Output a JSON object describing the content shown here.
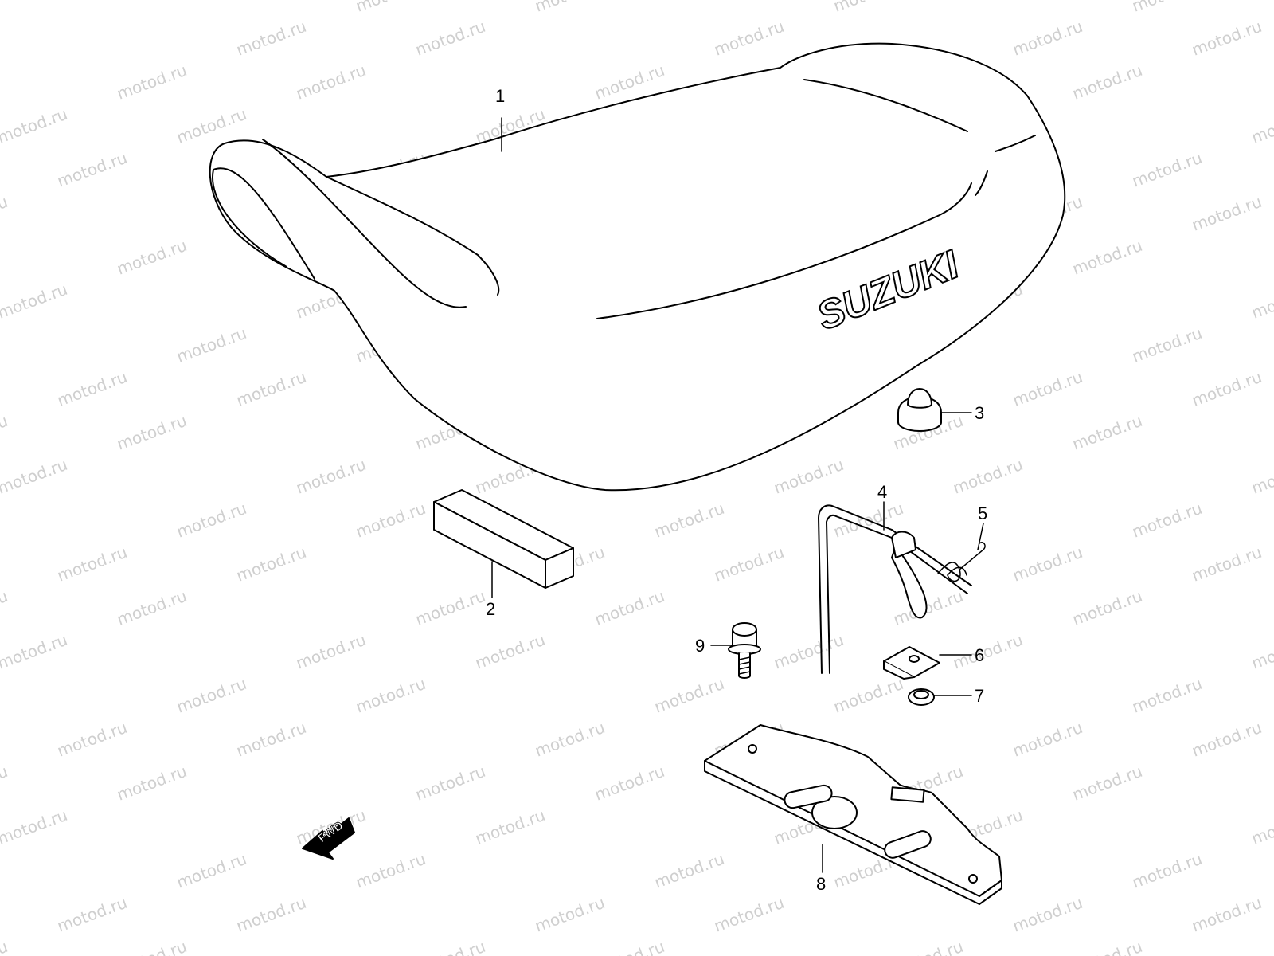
{
  "watermark": "motod.ru",
  "logo_text": "SUZUKI",
  "direction_arrow": "FWD",
  "callouts": [
    {
      "id": "1",
      "label": "1"
    },
    {
      "id": "2",
      "label": "2"
    },
    {
      "id": "3",
      "label": "3"
    },
    {
      "id": "4",
      "label": "4"
    },
    {
      "id": "5",
      "label": "5"
    },
    {
      "id": "6",
      "label": "6"
    },
    {
      "id": "7",
      "label": "7"
    },
    {
      "id": "8",
      "label": "8"
    },
    {
      "id": "9",
      "label": "9"
    }
  ]
}
